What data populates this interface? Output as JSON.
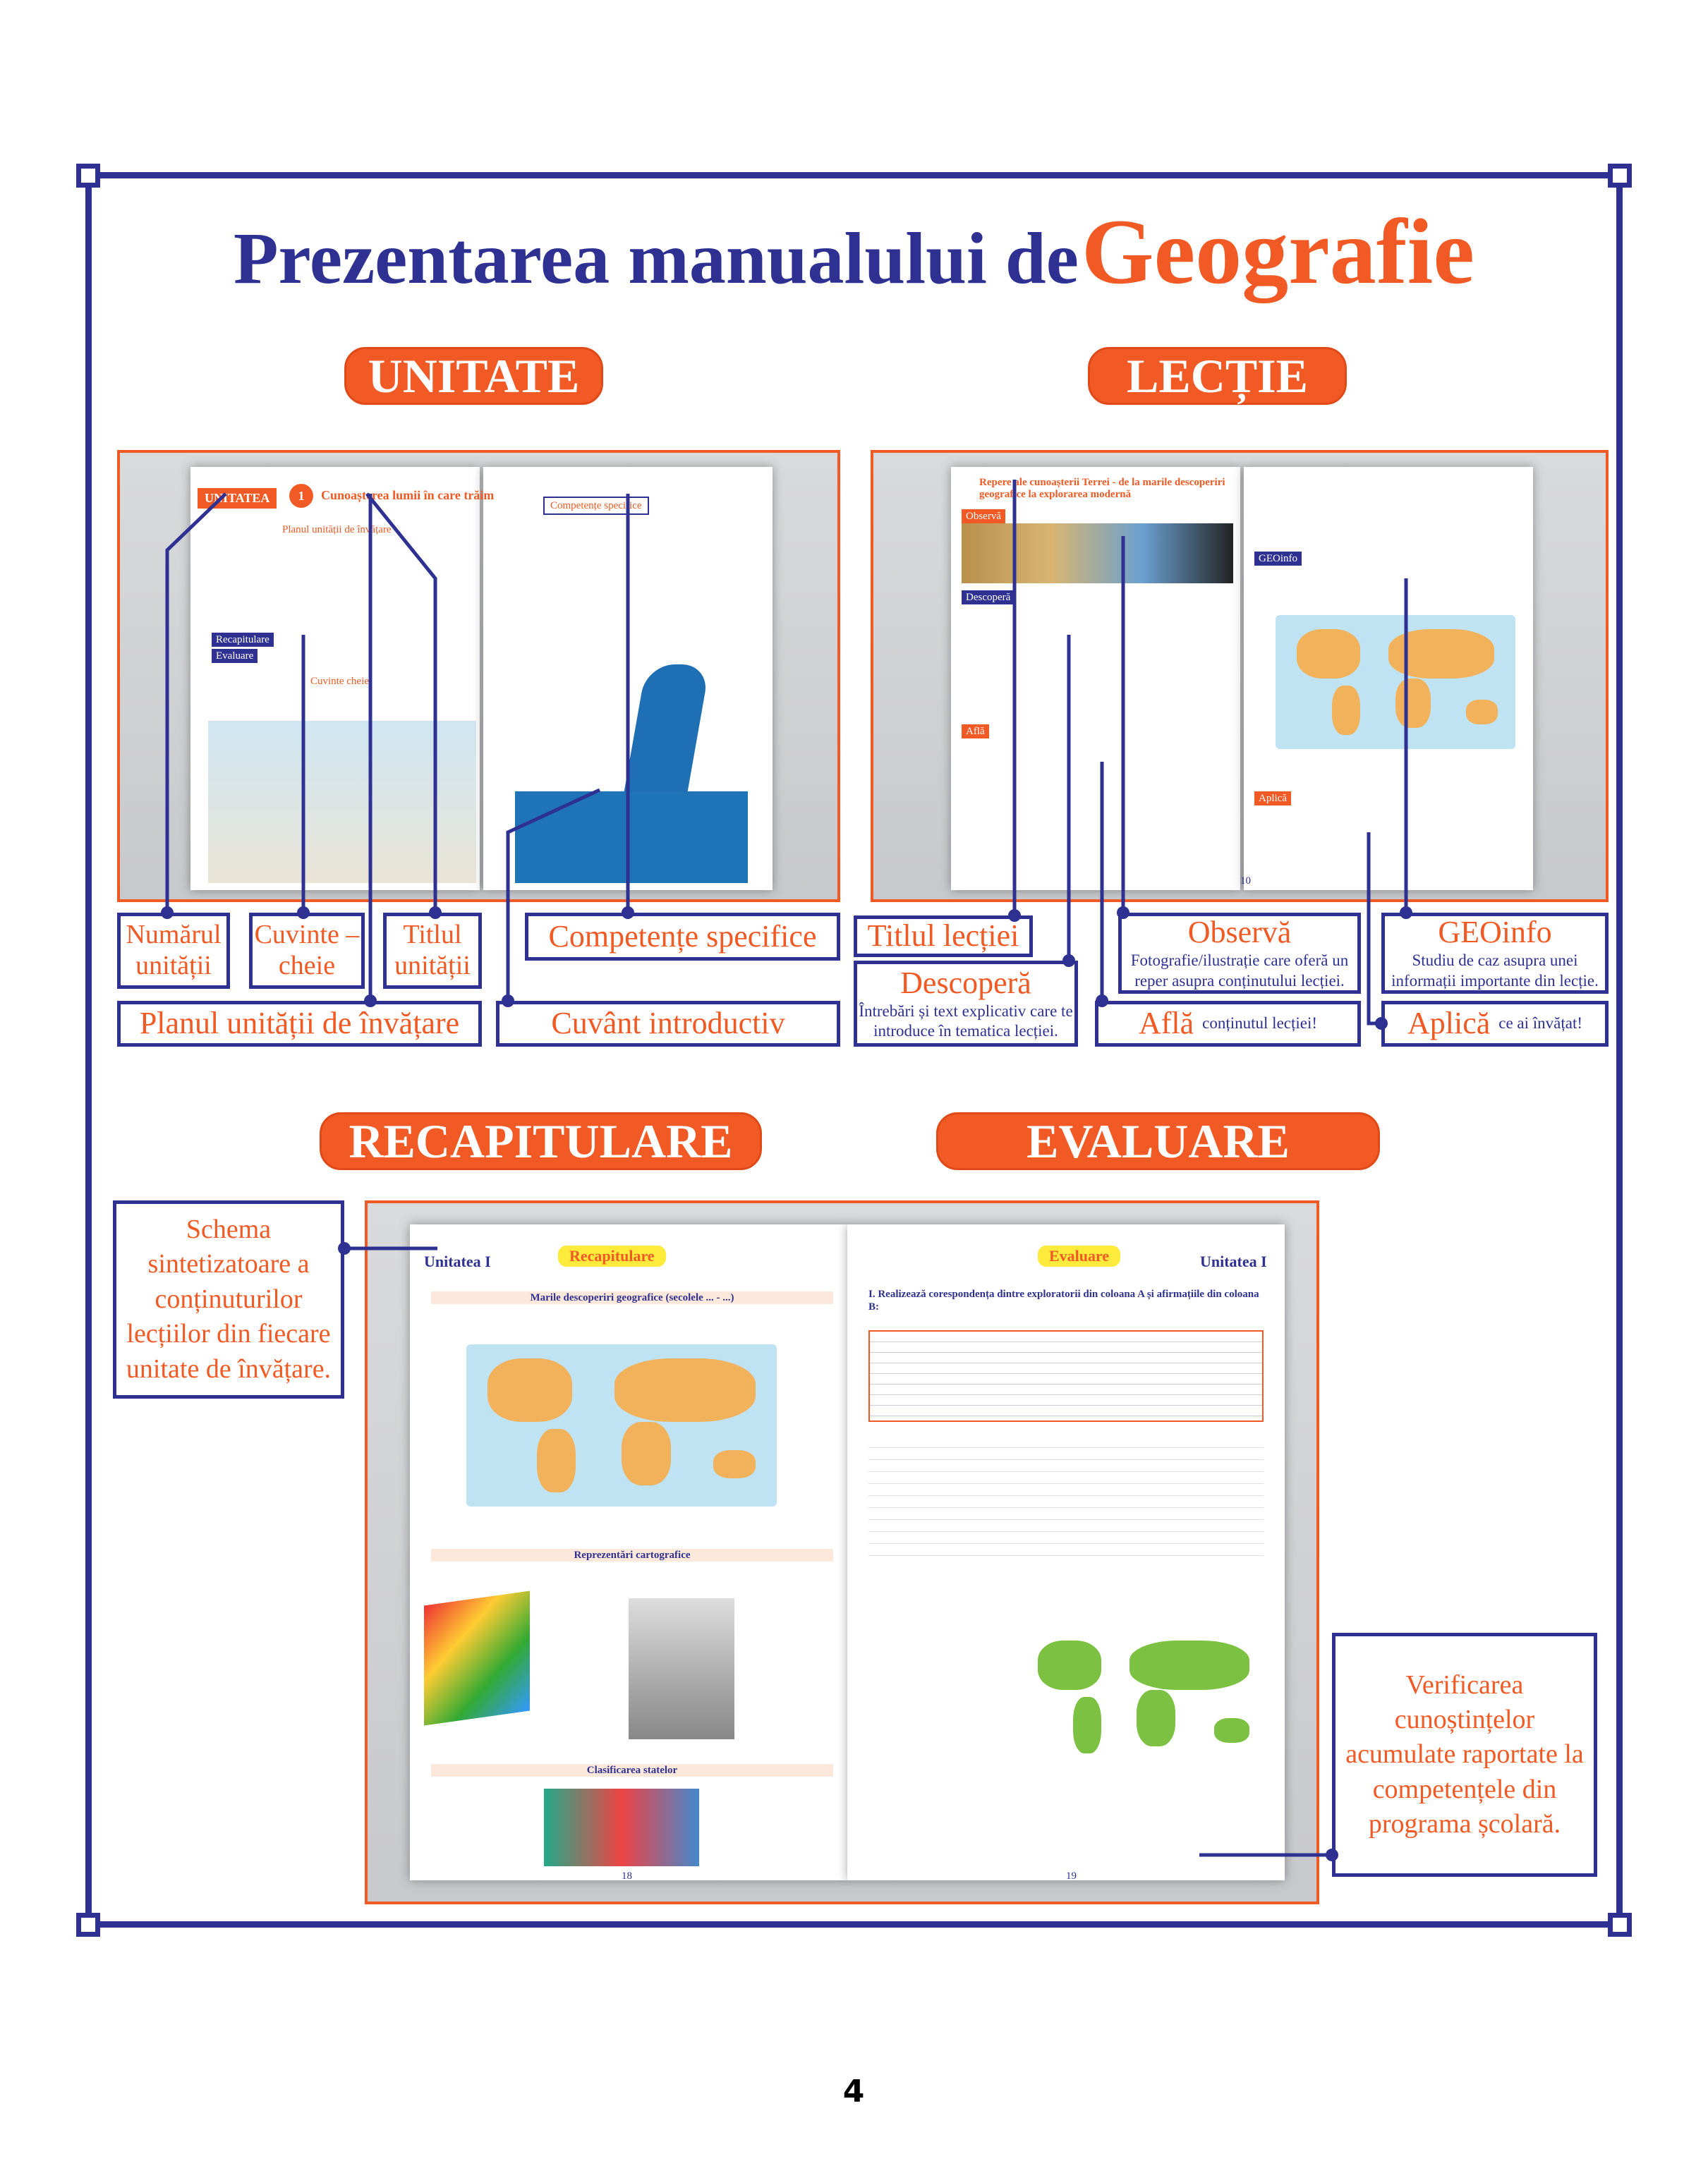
{
  "title": {
    "main": "Prezentarea manualului de",
    "highlight": "Geografie"
  },
  "sections": {
    "unit": "UNITATE",
    "lesson": "LECȚIE",
    "recap": "RECAPITULARE",
    "eval": "EVALUARE"
  },
  "unit_callouts": {
    "unit_number": "Numărul unității",
    "keywords": "Cuvinte – cheie",
    "unit_title": "Titlul unității",
    "competences": "Competențe specifice",
    "plan": "Planul unității de învățare",
    "intro": "Cuvânt introductiv"
  },
  "lesson_callouts": {
    "lesson_title": "Titlul lecției",
    "discover": {
      "title": "Descoperă",
      "desc": "Întrebări și text explicativ care te introduce în tematica lecției."
    },
    "observe": {
      "title": "Observă",
      "desc": "Fotografie/ilustrație care oferă un reper asupra conținutului lecției."
    },
    "geoinfo": {
      "title": "GEOinfo",
      "desc": "Studiu de caz asupra unei informații importante din lecție."
    },
    "learn": {
      "title": "Află",
      "desc": "conținutul lecției!"
    },
    "apply": {
      "title": "Aplică",
      "desc": "ce ai învățat!"
    }
  },
  "recap_callout": "Schema sintetizatoare a conținuturilor lecțiilor din fiecare unitate de învățare.",
  "eval_callout": "Verificarea cunoștințelor acumulate raportate la competențele din programa școlară.",
  "unit_spread": {
    "badge": "UNITATEA",
    "num": "1",
    "heading": "Cunoașterea lumii în care trăim",
    "plan": "Planul unității de învățare",
    "keywords": "Cuvinte cheie",
    "competences": "Competențe specifice",
    "recap": "Recapitulare",
    "eval": "Evaluare"
  },
  "lesson_spread": {
    "heading": "Repere ale cunoașterii Terrei - de la marile descoperiri geografice la explorarea modernă",
    "observe": "Observă",
    "discover": "Descoperă",
    "learn": "Află",
    "geoinfo": "GEOinfo",
    "apply": "Aplică",
    "page": "10"
  },
  "recap_spread": {
    "unit": "Unitatea I",
    "badge": "Recapitulare",
    "scheme": "Marile descoperiri geografice (secolele ... - ...)",
    "carto": "Reprezentări cartografice",
    "states": "Clasificarea statelor",
    "page": "18"
  },
  "eval_spread": {
    "unit": "Unitatea I",
    "badge": "Evaluare",
    "task1": "I. Realizează corespondența dintre exploratorii din coloana A și afirmațiile din coloana B:",
    "page": "19"
  },
  "page_number": "4",
  "colors": {
    "blue": "#2e3192",
    "orange": "#f15a24"
  }
}
